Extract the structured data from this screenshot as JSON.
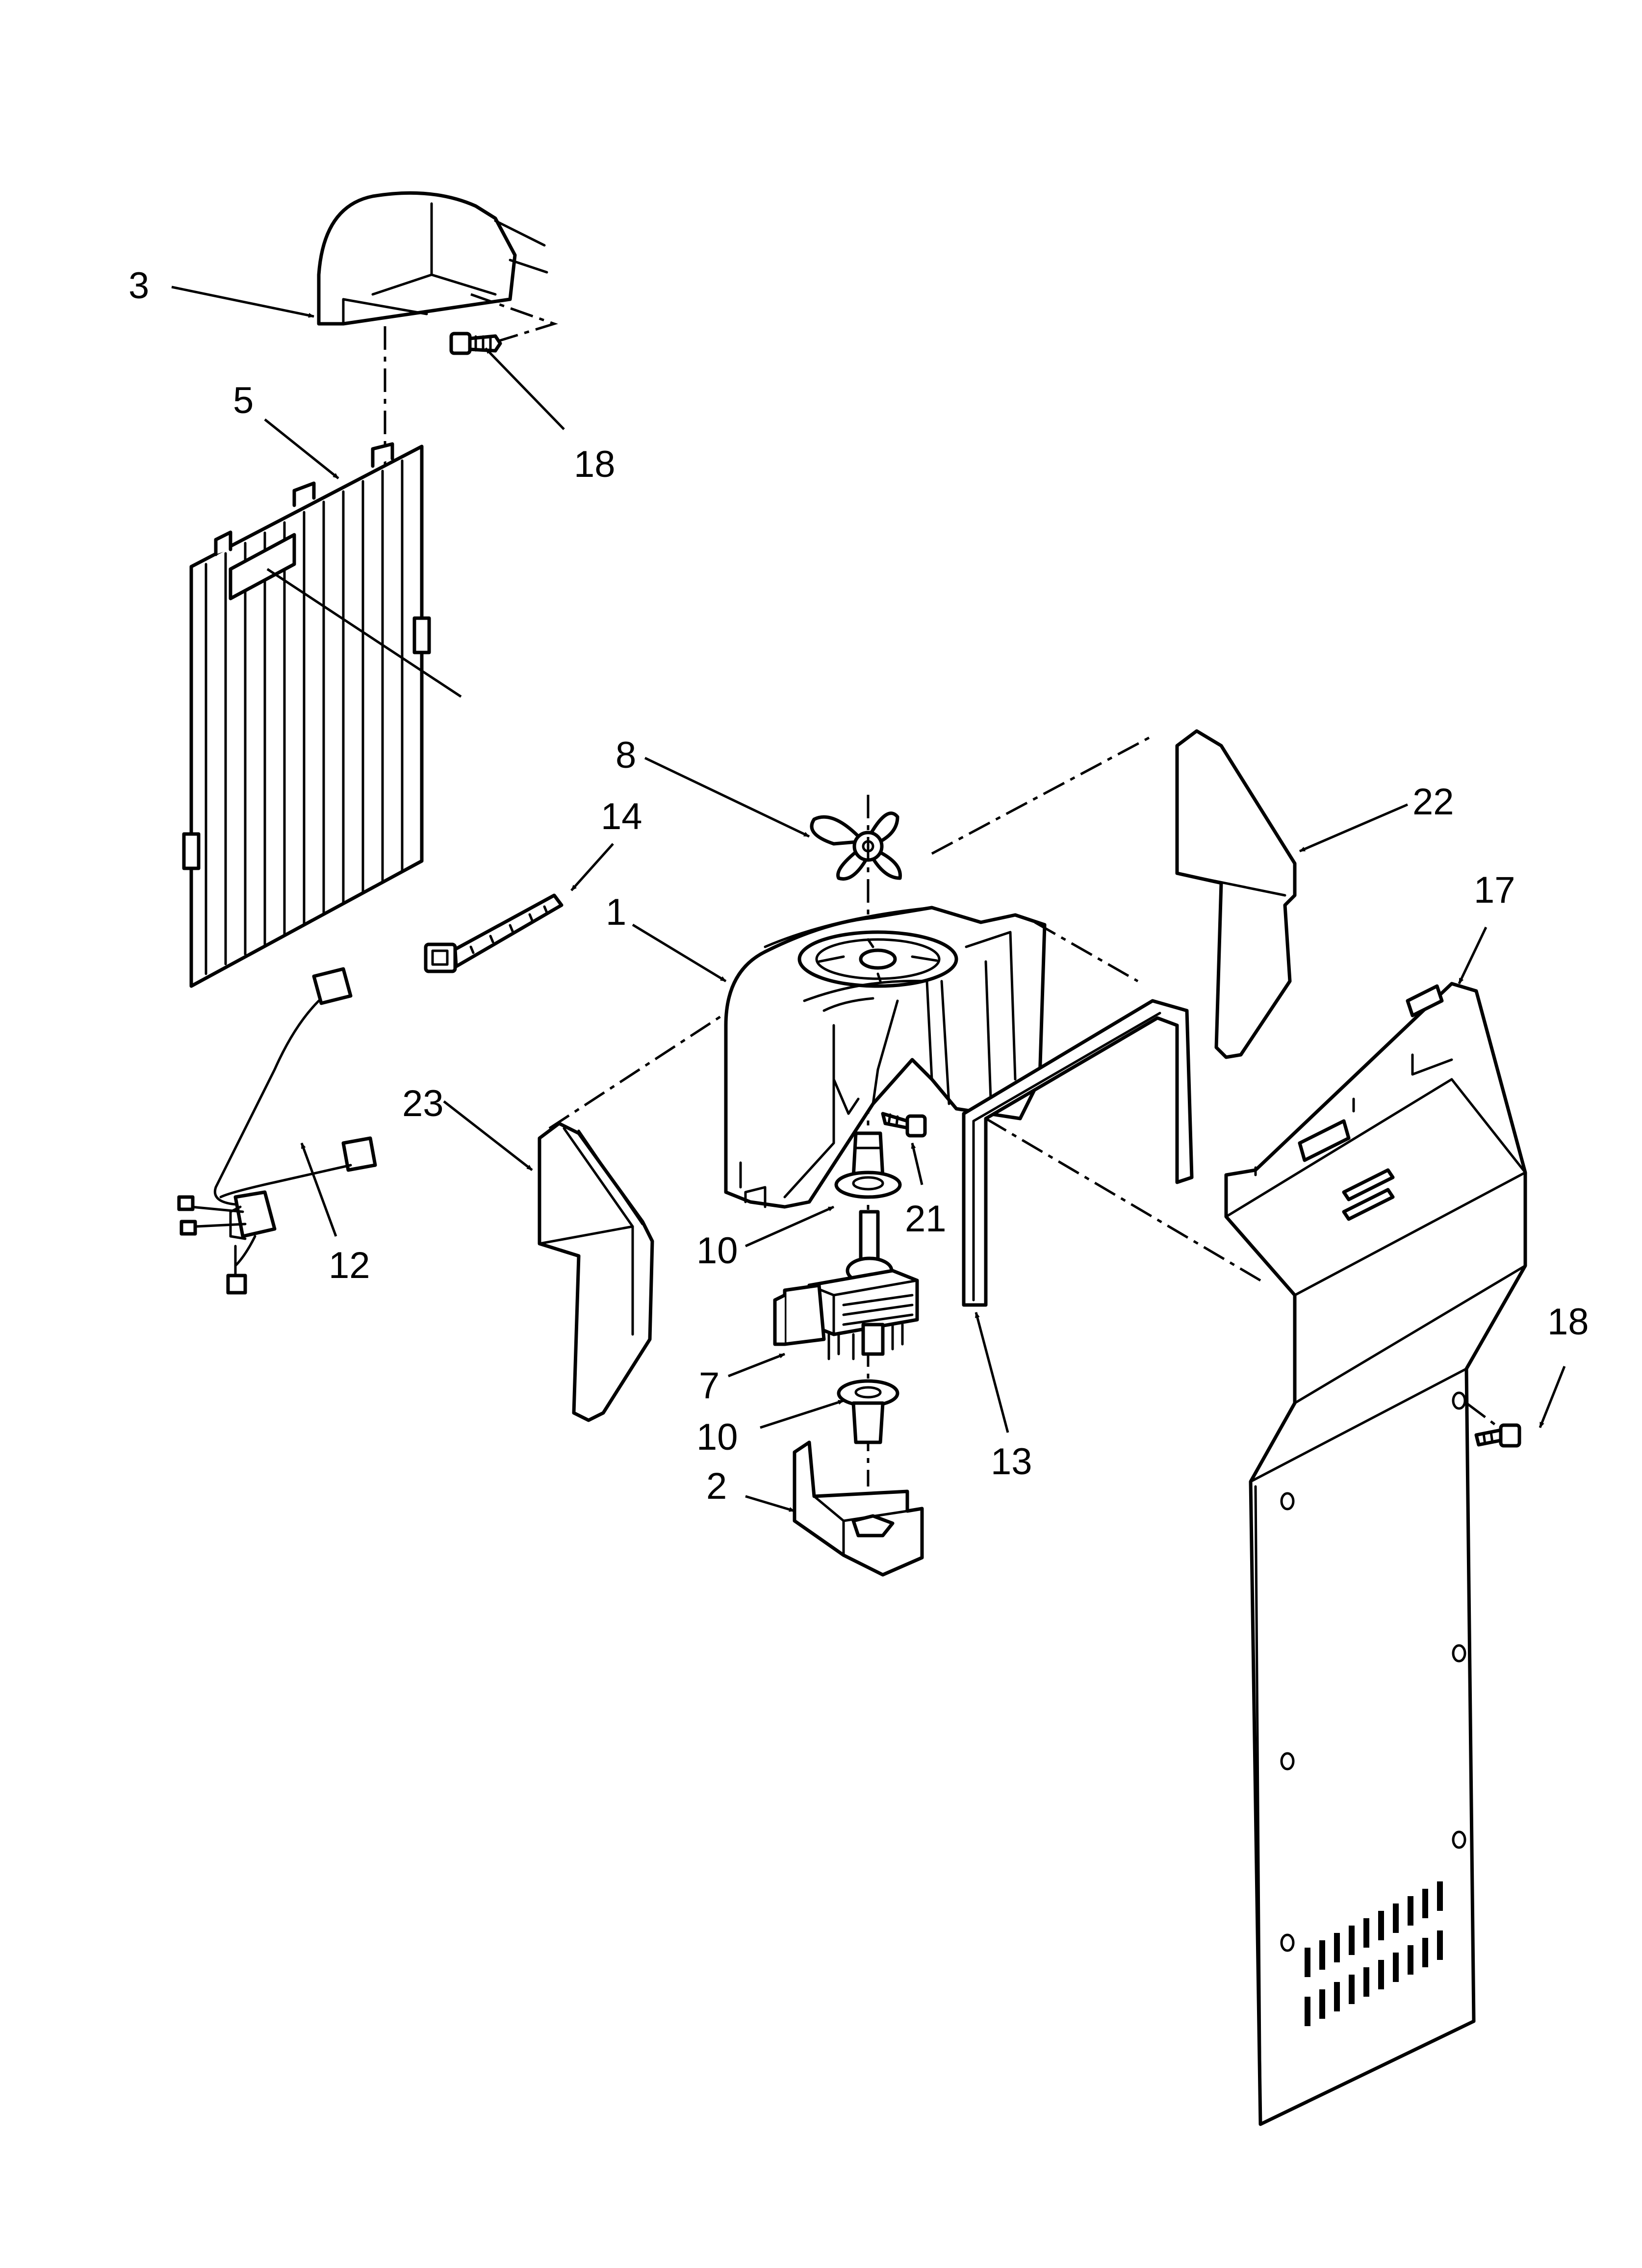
{
  "diagram": {
    "callouts": [
      "3",
      "5",
      "18",
      "8",
      "14",
      "22",
      "1",
      "17",
      "23",
      "12",
      "21",
      "10",
      "7",
      "10",
      "13",
      "18",
      "2"
    ]
  }
}
